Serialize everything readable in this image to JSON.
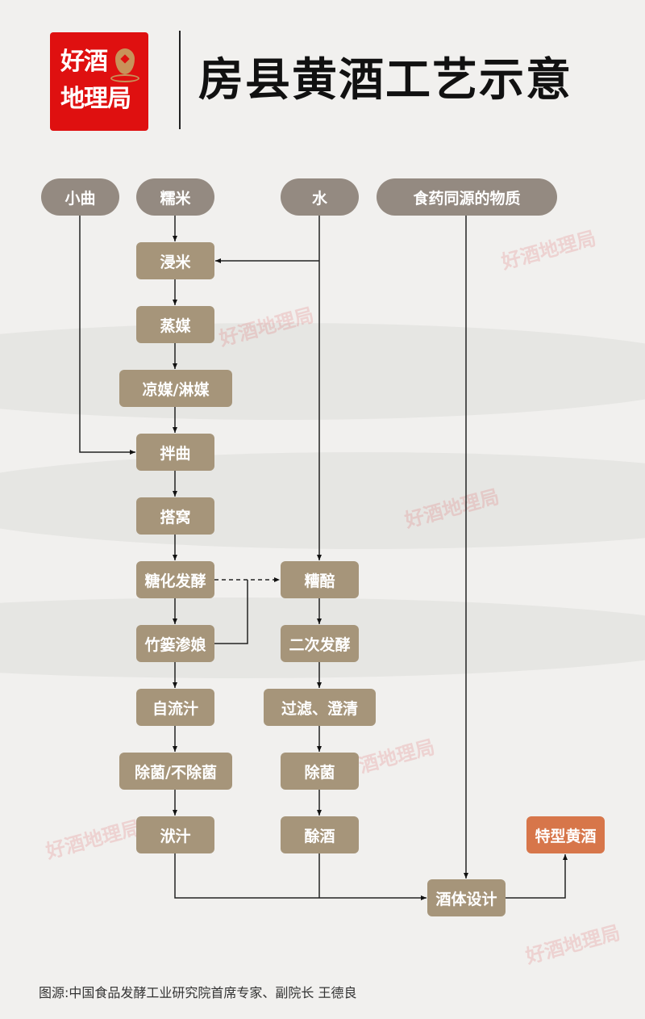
{
  "logo": {
    "line1": "好酒",
    "line2": "地理局"
  },
  "title": "房县黄酒工艺示意",
  "inputs": [
    {
      "id": "xiaoqu",
      "label": "小曲"
    },
    {
      "id": "nuomi",
      "label": "糯米"
    },
    {
      "id": "shui",
      "label": "水"
    },
    {
      "id": "shiyao",
      "label": "食药同源的物质"
    }
  ],
  "left_steps": [
    {
      "id": "jinmi",
      "label": "浸米"
    },
    {
      "id": "zhengmei",
      "label": "蒸媒"
    },
    {
      "id": "liangmei",
      "label": "凉媒/淋媒"
    },
    {
      "id": "banqu",
      "label": "拌曲"
    },
    {
      "id": "dawo",
      "label": "搭窝"
    },
    {
      "id": "tanghua",
      "label": "糖化发酵"
    },
    {
      "id": "zhulou",
      "label": "竹篓渗娘"
    },
    {
      "id": "ziliuzhi",
      "label": "自流汁"
    },
    {
      "id": "chujun_left",
      "label": "除菌/不除菌"
    },
    {
      "id": "fuzhi",
      "label": "洑汁"
    }
  ],
  "right_steps": [
    {
      "id": "zaopei",
      "label": "糟醅"
    },
    {
      "id": "ercifajiao",
      "label": "二次发酵"
    },
    {
      "id": "guolv",
      "label": "过滤、澄清"
    },
    {
      "id": "chujun_right",
      "label": "除菌"
    },
    {
      "id": "tujiu",
      "label": "酴酒"
    }
  ],
  "blend": {
    "label": "酒体设计"
  },
  "output": {
    "label": "特型黄酒"
  },
  "footer": "图源:中国食品发酵工业研究院首席专家、副院长 王德良",
  "watermark": "好酒地理局",
  "colors": {
    "pill": "#948a81",
    "box": "#a6957a",
    "final": "#d7764a",
    "logo_red": "#df1010",
    "logo_gold": "#c8925a"
  }
}
